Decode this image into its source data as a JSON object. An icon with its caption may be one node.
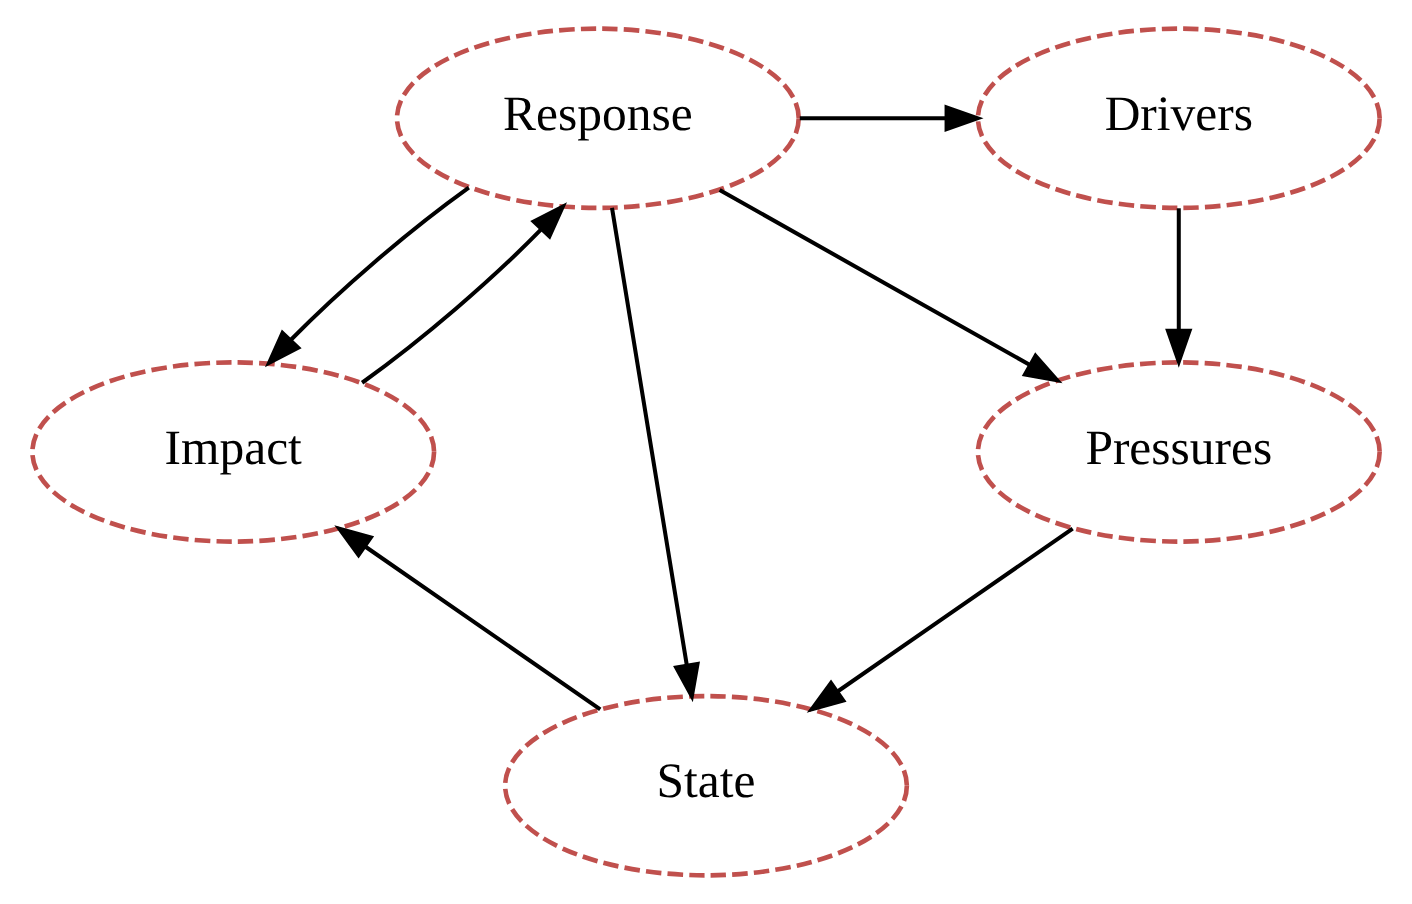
{
  "diagram": {
    "nodes": [
      {
        "text": [
          "Drivers"
        ]
      },
      {
        "text": [
          "Response"
        ]
      },
      {
        "text": [
          "Impact"
        ]
      },
      {
        "text": [
          "Pressures"
        ]
      },
      {
        "text": [
          "State"
        ]
      }
    ],
    "edges": [
      {
        "from": 1,
        "to": 0,
        "arrow": "to"
      },
      {
        "from": 0,
        "to": 3,
        "arrow": "to"
      },
      {
        "from": 1,
        "to": 3,
        "arrow": "to"
      },
      {
        "from": 1,
        "to": 4,
        "arrow": "to"
      },
      {
        "from": 1,
        "to": 2,
        "arrow": "to"
      },
      {
        "from": 2,
        "to": 1,
        "arrow": "to"
      },
      {
        "from": 3,
        "to": 4,
        "arrow": "to"
      },
      {
        "from": 4,
        "to": 2,
        "arrow": "to"
      }
    ]
  }
}
